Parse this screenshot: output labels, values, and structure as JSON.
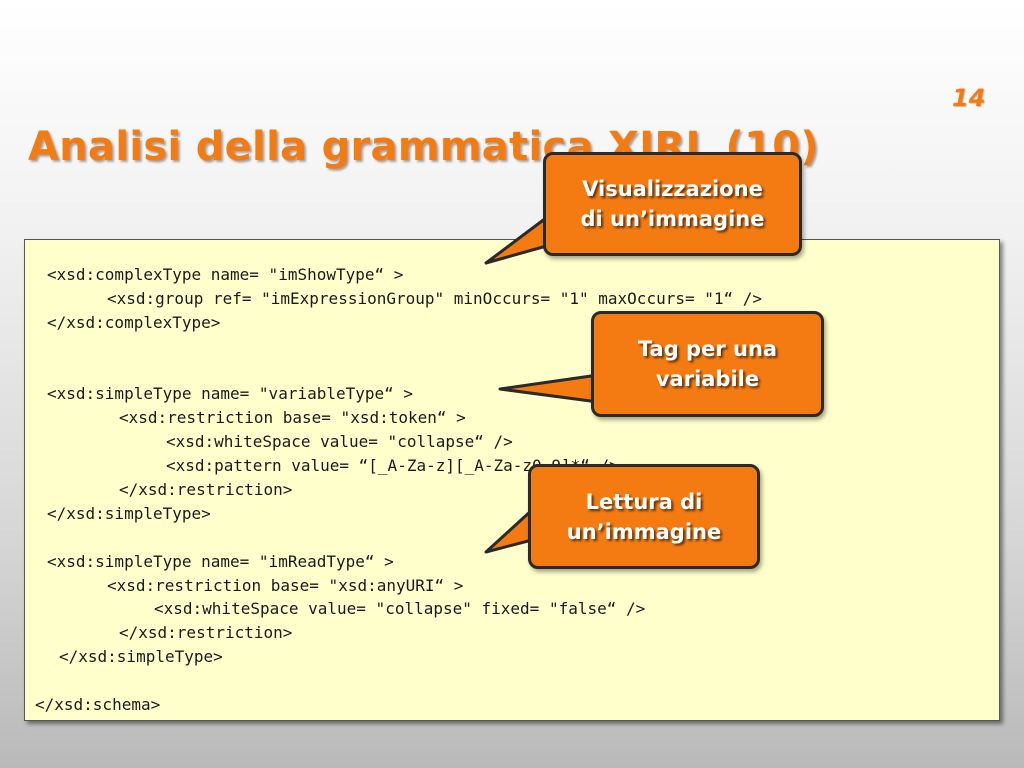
{
  "slide": {
    "number": "14",
    "title": "Analisi della grammatica XIRL (10)"
  },
  "code": {
    "lines": [
      "<xsd:complexType name= \"imShowType“ >",
      "<xsd:group ref= \"imExpressionGroup\" minOccurs= \"1\" maxOccurs= \"1“ />",
      "</xsd:complexType>",
      "<xsd:simpleType name= \"variableType“ >",
      "<xsd:restriction base= \"xsd:token“ >",
      "<xsd:whiteSpace value= \"collapse“ />",
      "<xsd:pattern value= “[_A-Za-z][_A-Za-z0-9]*“ />",
      "</xsd:restriction>",
      "</xsd:simpleType>",
      "<xsd:simpleType name= \"imReadType“ >",
      "<xsd:restriction base= \"xsd:anyURI“ >",
      "<xsd:whiteSpace value= \"collapse\" fixed= \"false“ />",
      "</xsd:restriction>",
      "</xsd:simpleType>",
      "</xsd:schema>"
    ]
  },
  "callouts": {
    "show_image": "Visualizzazione\ndi un’immagine",
    "variable_tag": "Tag per una\nvariabile",
    "read_image": "Lettura di\nun’immagine"
  },
  "colors": {
    "accent": "#f47a12",
    "code_background": "#ffffcc",
    "callout_border": "#2a2a2a"
  }
}
